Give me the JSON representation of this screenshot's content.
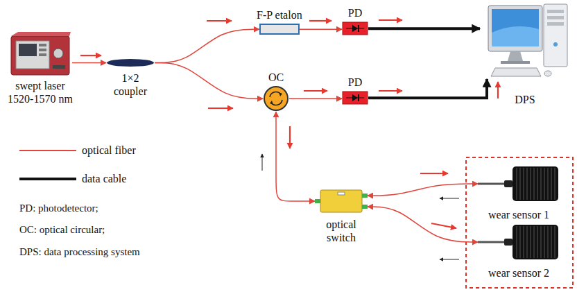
{
  "diagram": {
    "nodes": [
      {
        "text": [
          "swept laser 1520-1570 nm"
        ]
      },
      {
        "text": [
          "1×2 coupler"
        ]
      },
      {
        "text": [
          "F-P etalon"
        ]
      },
      {
        "text": [
          "PD"
        ]
      },
      {
        "text": [
          "OC"
        ]
      },
      {
        "text": [
          "PD"
        ]
      },
      {
        "text": [
          "DPS"
        ]
      },
      {
        "text": [
          "optical switch"
        ]
      },
      {
        "text": [
          "wear sensor 1"
        ]
      },
      {
        "text": [
          "wear sensor 2"
        ]
      }
    ],
    "edges": [
      {
        "from": 0,
        "to": 1,
        "arrow": "to"
      },
      {
        "from": 1,
        "to": 2,
        "arrow": "to"
      },
      {
        "from": 1,
        "to": 4,
        "arrow": "to"
      },
      {
        "from": 2,
        "to": 3,
        "arrow": "to"
      },
      {
        "from": 4,
        "to": 5,
        "arrow": "to"
      },
      {
        "from": 3,
        "to": 6,
        "arrow": "to"
      },
      {
        "from": 5,
        "to": 6,
        "arrow": "to"
      },
      {
        "from": 4,
        "to": 7,
        "arrow": "both"
      },
      {
        "from": 7,
        "to": 8,
        "arrow": "both"
      },
      {
        "from": 7,
        "to": 9,
        "arrow": "both"
      }
    ],
    "labels": [
      "PD: photodetector;",
      "OC: optical circular;",
      "DPS: data processing system"
    ],
    "legend": [
      {
        "text": "optical fiber"
      },
      {
        "text": "data cable"
      }
    ]
  }
}
